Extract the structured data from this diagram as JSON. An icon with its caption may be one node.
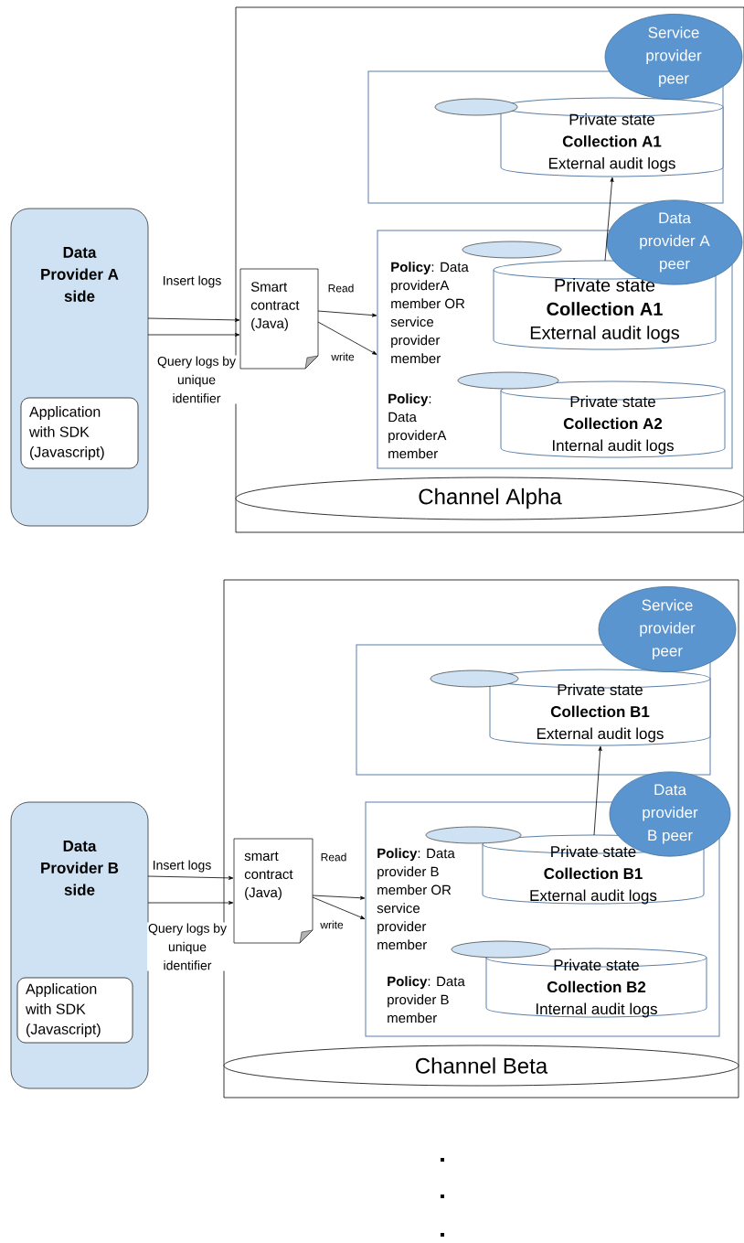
{
  "diagram": {
    "nodes": [
      {
        "text": [],
        "shape": "box"
      },
      {
        "text": [
          "Data Provider A side"
        ]
      },
      {
        "text": [
          "Application with SDK (Javascript)"
        ],
        "in": 1
      },
      {
        "text": [
          "Smart contract (Java)"
        ],
        "in": 0
      },
      {
        "text": [],
        "shape": "box",
        "in": 0
      },
      {
        "text": [
          "Service provider peer"
        ],
        "in": 0
      },
      {
        "text": [],
        "shape": "ellipse",
        "in": 4
      },
      {
        "text": [
          "Private state",
          "Collection A1",
          "External audit logs"
        ],
        "in": 4
      },
      {
        "text": [
          "**Policy**: Data providerA member OR service provider member",
          "**Policy**: Data providerA member"
        ],
        "in": 0
      },
      {
        "text": [
          "Data provider A peer"
        ],
        "in": 0
      },
      {
        "text": [],
        "shape": "ellipse",
        "in": 8
      },
      {
        "text": [
          "Private state",
          "Collection A1",
          "External audit logs"
        ],
        "in": 8
      },
      {
        "text": [],
        "shape": "ellipse",
        "in": 8
      },
      {
        "text": [
          "Private state",
          "Collection A2",
          "Internal audit logs"
        ],
        "in": 8
      },
      {
        "text": [
          "Channel Alpha"
        ],
        "in": 0
      },
      {
        "text": [],
        "shape": "box"
      },
      {
        "text": [
          "Data Provider B side"
        ]
      },
      {
        "text": [
          "Application with SDK (Javascript)"
        ],
        "in": 16
      },
      {
        "text": [
          "smart contract (Java)"
        ],
        "in": 15
      },
      {
        "text": [],
        "shape": "box",
        "in": 15
      },
      {
        "text": [
          "Service provider peer"
        ],
        "in": 15
      },
      {
        "text": [],
        "shape": "ellipse",
        "in": 19
      },
      {
        "text": [
          "Private state",
          "Collection B1",
          "External audit logs"
        ],
        "in": 19
      },
      {
        "text": [
          "**Policy**: Data provider B member OR service provider member",
          "**Policy**: Data provider B member"
        ],
        "in": 15
      },
      {
        "text": [
          "Data provider B peer"
        ],
        "in": 15
      },
      {
        "text": [],
        "shape": "ellipse",
        "in": 23
      },
      {
        "text": [
          "Private state",
          "Collection B1",
          "External audit logs"
        ],
        "in": 23
      },
      {
        "text": [],
        "shape": "ellipse",
        "in": 23
      },
      {
        "text": [
          "Private state",
          "Collection B2",
          "Internal audit logs"
        ],
        "in": 23
      },
      {
        "text": [
          "Channel Beta"
        ],
        "in": 15
      }
    ],
    "edges": [
      {
        "from": 1,
        "to": 3,
        "arrow": "to",
        "label": "Insert logs"
      },
      {
        "from": 1,
        "to": 3,
        "arrow": "to",
        "label": "Query logs by unique identifier"
      },
      {
        "from": 3,
        "to": 8,
        "arrow": "to",
        "label": "Read"
      },
      {
        "from": 3,
        "to": 8,
        "arrow": "to",
        "label": "write"
      },
      {
        "from": 11,
        "to": 7,
        "arrow": "to"
      },
      {
        "from": 16,
        "to": 18,
        "arrow": "to",
        "label": "Insert logs"
      },
      {
        "from": 16,
        "to": 18,
        "arrow": "to",
        "label": "Query logs by unique identifier"
      },
      {
        "from": 18,
        "to": 23,
        "arrow": "to",
        "label": "Read"
      },
      {
        "from": 18,
        "to": 23,
        "arrow": "to",
        "label": "write"
      },
      {
        "from": 26,
        "to": 22,
        "arrow": "to"
      }
    ]
  }
}
